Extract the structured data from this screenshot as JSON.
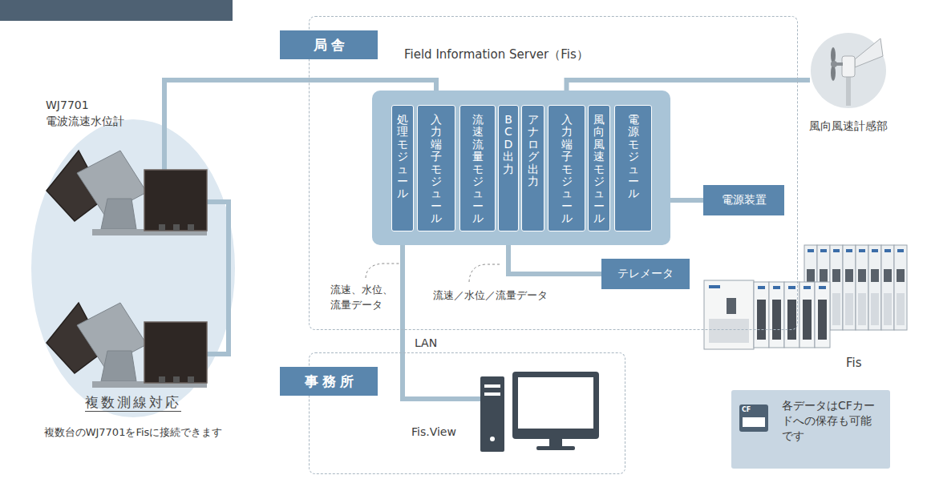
{
  "diagram": {
    "nodes": [
      {
        "text": [
          "局舎"
        ]
      },
      {
        "text": [
          "Field Information Server（Fis）"
        ],
        "in": 0
      },
      {
        "text": [
          "処理モジュール"
        ],
        "in": 1
      },
      {
        "text": [
          "入力端子モジュール"
        ],
        "in": 1
      },
      {
        "text": [
          "流速流量モジュール"
        ],
        "in": 1
      },
      {
        "text": [
          "BCD出力"
        ],
        "in": 1
      },
      {
        "text": [
          "アナログ出力"
        ],
        "in": 1
      },
      {
        "text": [
          "入力端子モジュール"
        ],
        "in": 1
      },
      {
        "text": [
          "風向風速モジュール"
        ],
        "in": 1
      },
      {
        "text": [
          "電源モジュール"
        ],
        "in": 1
      },
      {
        "text": [
          "電源装置"
        ],
        "in": 0
      },
      {
        "text": [
          "テレメータ"
        ],
        "in": 0
      },
      {
        "text": [
          "事務所"
        ]
      },
      {
        "text": [
          "Fis.View"
        ],
        "in": 12
      },
      {
        "text": [
          "WJ7701",
          "電波流速水位計",
          "複数測線対応",
          "複数台のWJ7701をFisに接続できます"
        ]
      },
      {
        "text": [
          "風向風速計感部"
        ]
      },
      {
        "text": [
          "各データはCFカードへの保存も可能です"
        ]
      }
    ],
    "edges": [
      {
        "from": 14,
        "to": 3,
        "arrow": "none"
      },
      {
        "from": 15,
        "to": 7,
        "arrow": "none"
      },
      {
        "from": 9,
        "to": 10,
        "arrow": "none"
      },
      {
        "from": 5,
        "to": 11,
        "arrow": "none"
      },
      {
        "from": 2,
        "to": 13,
        "arrow": "none",
        "label": "LAN"
      }
    ],
    "labels": [
      "流速、水位、流量データ",
      "流速／水位／流量データ",
      "Fis",
      "CF"
    ]
  }
}
